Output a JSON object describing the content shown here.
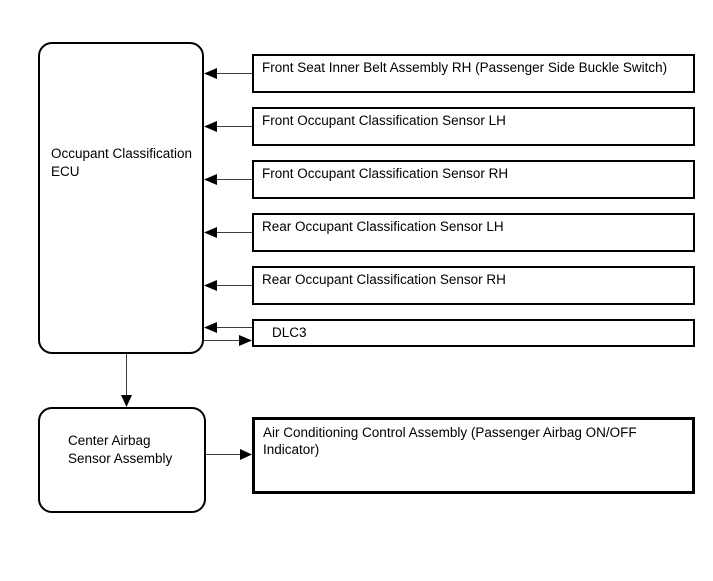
{
  "diagram": {
    "ecu": {
      "label": "Occupant Classification\nECU"
    },
    "sensors": [
      {
        "label": "Front Seat Inner Belt Assembly RH (Passenger Side Buckle Switch)"
      },
      {
        "label": "Front Occupant Classification Sensor LH"
      },
      {
        "label": "Front Occupant Classification Sensor RH"
      },
      {
        "label": "Rear Occupant Classification Sensor LH"
      },
      {
        "label": "Rear Occupant Classification Sensor RH"
      },
      {
        "label": "DLC3"
      }
    ],
    "center_airbag": {
      "label": "Center Airbag\nSensor Assembly"
    },
    "ac_control": {
      "label": "Air Conditioning Control Assembly (Passenger Airbag ON/OFF\nIndicator)"
    },
    "colors": {
      "background": "#ffffff",
      "box_border": "#000000",
      "connector_line": "#3c3c3c",
      "arrowhead": "#000000",
      "text": "#000000"
    }
  }
}
